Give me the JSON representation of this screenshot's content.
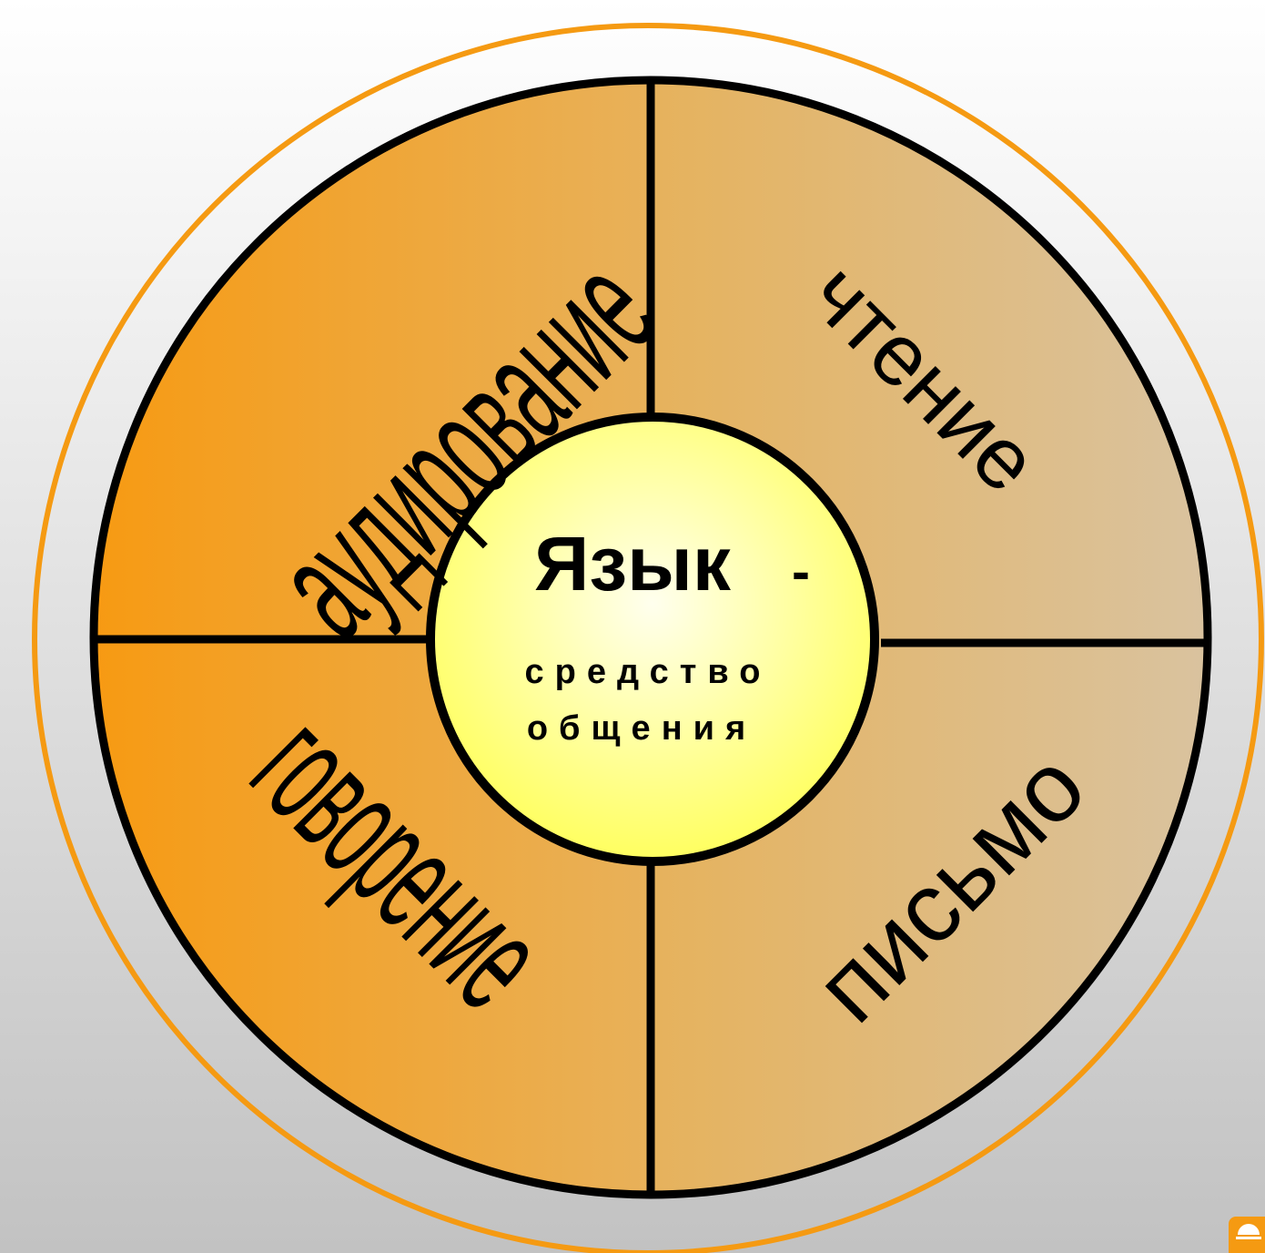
{
  "diagram": {
    "center": {
      "title": "Язык",
      "dash": "-",
      "subtitle_line1": "средство",
      "subtitle_line2": "общения"
    },
    "segments": {
      "top_left": "аудирование",
      "bottom_left": "говорение",
      "top_right": "чтение",
      "bottom_right": "письмо"
    }
  },
  "colors": {
    "outer_ring": "#f59a12",
    "left_half_start": "#f79a12",
    "left_half_end": "#e8b15a",
    "right_half_start": "#e6b25c",
    "right_half_end": "#d9c3a0",
    "center_light": "#ffffee",
    "center_dark": "#ffff5a",
    "outline": "#000000"
  },
  "icons": {
    "corner_logo": "watermark-logo-icon"
  }
}
